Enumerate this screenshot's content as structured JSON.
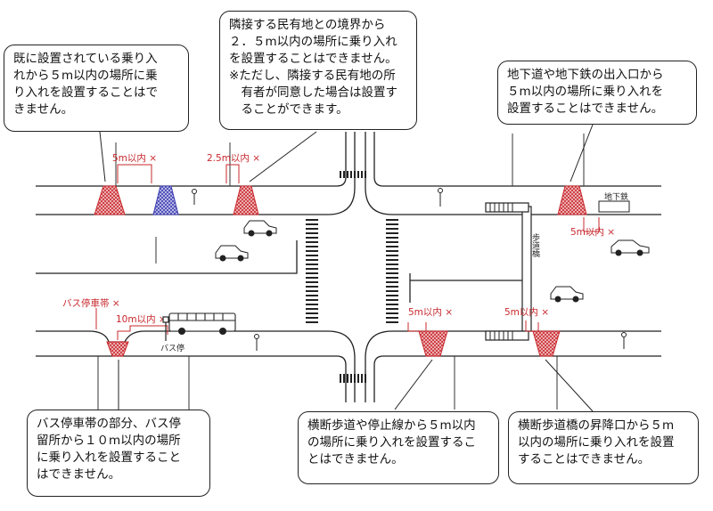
{
  "callouts": {
    "existing": "既に設置されている乗り入\nれから５m以内の場所に乗\nり入れを設置することはで\nきません。",
    "boundary": "隣接する民有地との境界から\n２．５m以内の場所に乗り入れ\nを設置することはできません。\n※ただし、隣接する民有地の所\n　有者が同意した場合は設置す\n　ることができます。",
    "subway": "地下道や地下鉄の出入口から\n５m以内の場所に乗り入れを\n設置することはできません。",
    "bus": "バス停車帯の部分、バス停\n留所から１０m以内の場所\nに乗り入れを設置すること\nはできません。",
    "crosswalk": "横断歩道や停止線から５m以内\nの場所に乗り入れを設置するこ\nとはできません。",
    "footbridge": "横断歩道橋の昇降口から５m\n以内の場所に乗り入れを設置\nすることはできません。"
  },
  "labels": {
    "dist_5m_existing": "5m以内 ×",
    "dist_2_5m": "2.5m以内 ×",
    "dist_5m_subway": "5m以内 ×",
    "subway_entrance": "地下鉄",
    "bus_bay": "バス停車帯 ×",
    "dist_10m": "10m以内 ×",
    "bus_stop": "バス停",
    "dist_5m_crosswalk": "5m以内 ×",
    "dist_5m_footbridge": "5m以内 ×",
    "footbridge_vertical": "歩道橋"
  },
  "colors": {
    "prohibited": "#c8282d",
    "existing": "#3a3ab0",
    "line": "#222222"
  }
}
